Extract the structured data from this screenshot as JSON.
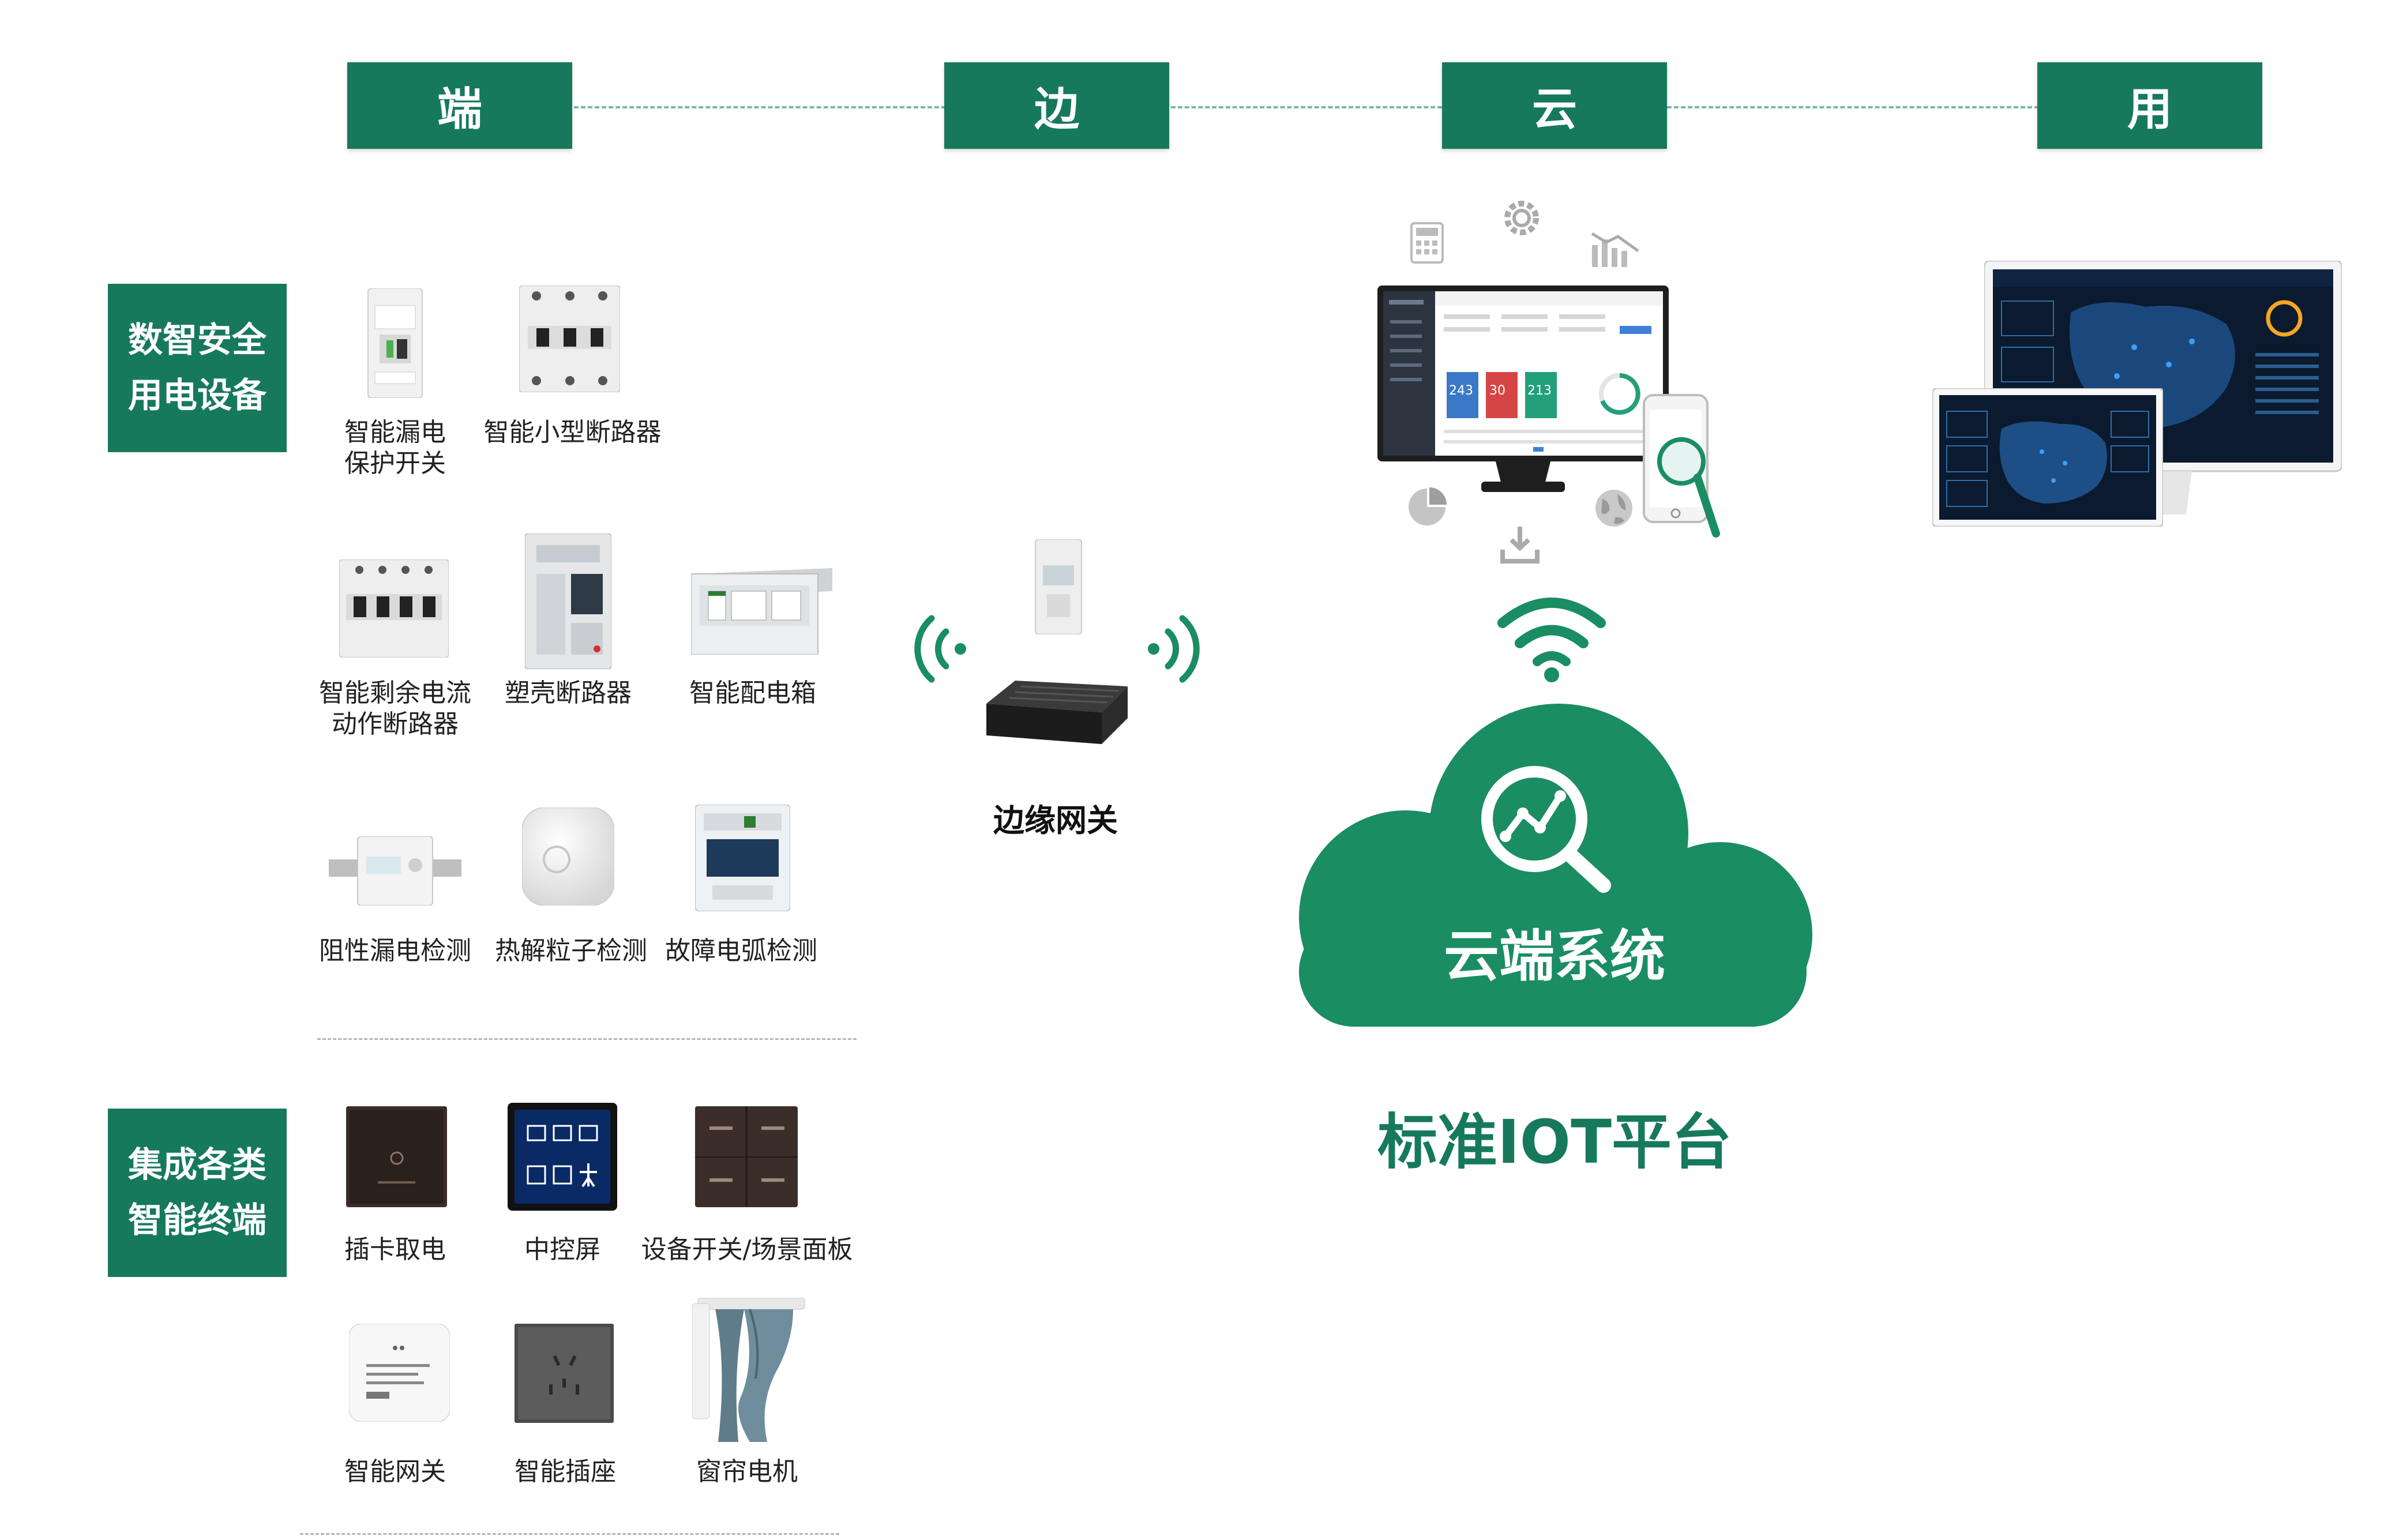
{
  "tiers": [
    "端",
    "边",
    "云",
    "用"
  ],
  "categories": [
    {
      "lines": [
        "数智安全",
        "用电设备"
      ]
    },
    {
      "lines": [
        "集成各类",
        "智能终端"
      ]
    }
  ],
  "devices": {
    "leakage_switch": [
      "智能漏电",
      "保护开关"
    ],
    "mini_breaker": [
      "智能小型断路器"
    ],
    "residual_breaker": [
      "智能剩余电流",
      "动作断路器"
    ],
    "molded_breaker": [
      "塑壳断路器"
    ],
    "distribution_box": [
      "智能配电箱"
    ],
    "resistive_detect": [
      "阻性漏电检测"
    ],
    "pyrolysis_detect": [
      "热解粒子检测"
    ],
    "arc_detect": [
      "故障电弧检测"
    ],
    "card_power": [
      "插卡取电"
    ],
    "control_screen": [
      "中控屏"
    ],
    "scene_panel": [
      "设备开关/场景面板"
    ],
    "smart_gateway": [
      "智能网关"
    ],
    "smart_socket": [
      "智能插座"
    ],
    "curtain_motor": [
      "窗帘电机"
    ]
  },
  "edge_gateway_label": "边缘网关",
  "cloud_label": "云端系统",
  "platform_label": "标准IOT平台",
  "dashboard_cards": [
    "243",
    "30",
    "213"
  ],
  "colors": {
    "brand_green": "#17795c",
    "cloud_green": "#1a8d63",
    "dash_line": "#7ab8a5"
  }
}
